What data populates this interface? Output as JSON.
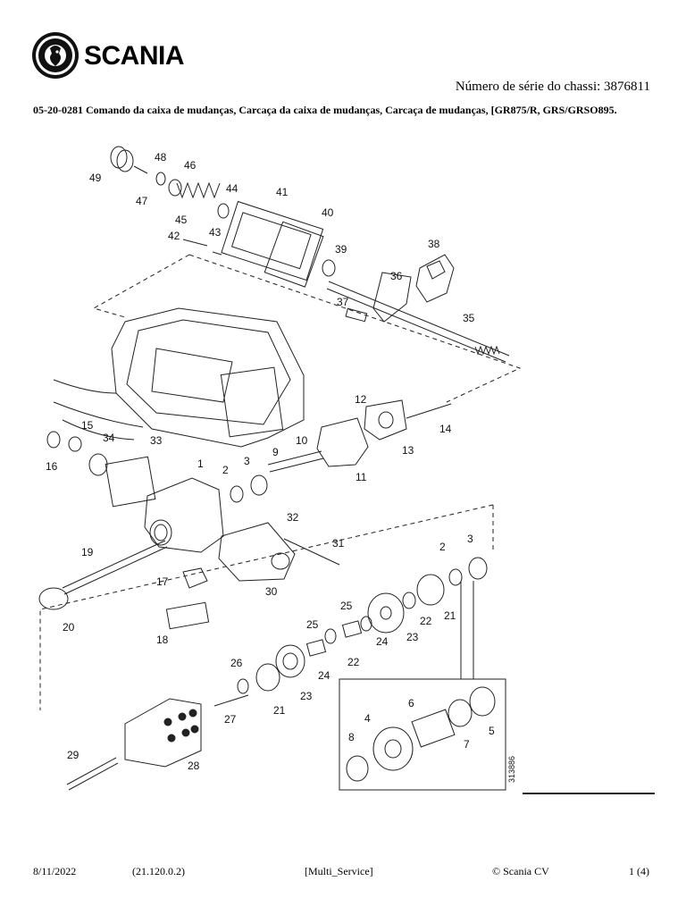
{
  "header": {
    "brand": "SCANIA",
    "serial_label": "Número de série do chassi:",
    "serial_value": "3876811",
    "title": "05-20-0281 Comando da caixa de mudanças, Carcaça da caixa de mudanças, Carcaça de mudanças, [GR875/R, GRS/GRSO895."
  },
  "diagram": {
    "callouts": [
      "1",
      "2",
      "3",
      "4",
      "5",
      "6",
      "7",
      "8",
      "9",
      "10",
      "11",
      "12",
      "13",
      "14",
      "15",
      "16",
      "17",
      "18",
      "19",
      "20",
      "21",
      "22",
      "23",
      "24",
      "25",
      "26",
      "27",
      "28",
      "29",
      "30",
      "31",
      "32",
      "33",
      "34",
      "35",
      "36",
      "37",
      "38",
      "39",
      "40",
      "41",
      "42",
      "43",
      "44",
      "45",
      "46",
      "47",
      "48",
      "49"
    ],
    "repeated_callouts": [
      "2",
      "3",
      "21",
      "22",
      "23",
      "24",
      "25"
    ],
    "image_number": "313886"
  },
  "footer": {
    "date": "8/11/2022",
    "version": "(21.120.0.2)",
    "module": "[Multi_Service]",
    "copyright": "© Scania CV",
    "page": "1 (4)"
  }
}
